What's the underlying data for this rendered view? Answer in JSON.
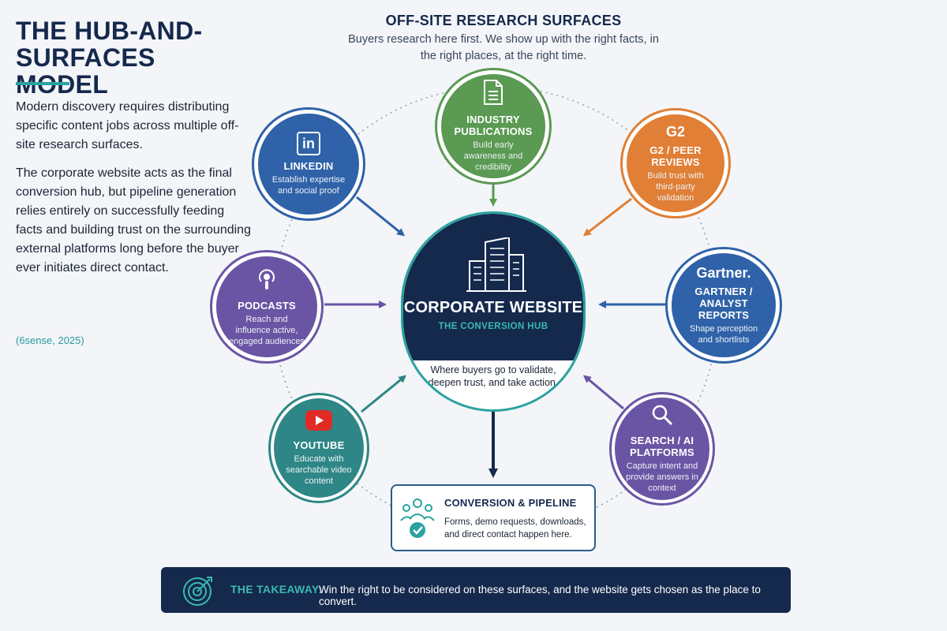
{
  "left": {
    "title": "THE HUB-AND-SURFACES MODEL",
    "paragraph_1": "Modern discovery requires distributing specific content jobs across multiple off-site research surfaces.",
    "paragraph_2": "The corporate website acts as the final conversion hub, but pipeline generation relies entirely on successfully feeding facts and building trust on the surrounding external platforms long before the buyer ever initiates direct contact.",
    "citation": "(6sense, 2025)"
  },
  "header": {
    "title": "OFF-SITE RESEARCH SURFACES",
    "subtitle": "Buyers research here first. We show up with the right facts, in the right places, at the right time."
  },
  "surfaces": [
    {
      "id": "industry-publications",
      "name": "INDUSTRY PUBLICATIONS",
      "desc": "Build early awareness and credibility",
      "color": "#5a9a52",
      "icon": "document-icon"
    },
    {
      "id": "linkedin",
      "name": "LINKEDIN",
      "desc": "Establish expertise and social proof",
      "color": "#2f62a8",
      "icon": "linkedin-icon",
      "icon_text": "in"
    },
    {
      "id": "g2-peer-reviews",
      "name": "G2 / PEER REVIEWS",
      "desc": "Build trust with third-party validation",
      "color": "#e07f35",
      "icon": "g2-icon",
      "icon_text": "G2"
    },
    {
      "id": "podcasts",
      "name": "PODCASTS",
      "desc": "Reach and influence active, engaged audiences",
      "color": "#6a55a4",
      "icon": "podcast-icon"
    },
    {
      "id": "gartner-analyst-reports",
      "name": "GARTNER / ANALYST REPORTS",
      "desc": "Shape perception and shortlists",
      "color": "#2f62a8",
      "icon": "gartner-logo",
      "icon_text": "Gartner."
    },
    {
      "id": "youtube",
      "name": "YOUTUBE",
      "desc": "Educate with searchable video content",
      "color": "#2e8786",
      "icon": "youtube-icon"
    },
    {
      "id": "search-ai-platforms",
      "name": "SEARCH / AI PLATFORMS",
      "desc": "Capture intent and provide answers in context",
      "color": "#6a55a4",
      "icon": "search-icon"
    }
  ],
  "hub": {
    "name": "CORPORATE WEBSITE",
    "subtitle": "THE CONVERSION HUB",
    "desc": "Where buyers go to validate, deepen trust, and take action.",
    "color": "#15294d",
    "accent": "#2aa3a0"
  },
  "conversion": {
    "title": "CONVERSION & PIPELINE",
    "desc": "Forms, demo requests, downloads, and direct contact happen here."
  },
  "takeaway": {
    "label": "THE TAKEAWAY:",
    "text": "Win the right to be considered on these surfaces, and the website gets chosen as the place to convert."
  }
}
